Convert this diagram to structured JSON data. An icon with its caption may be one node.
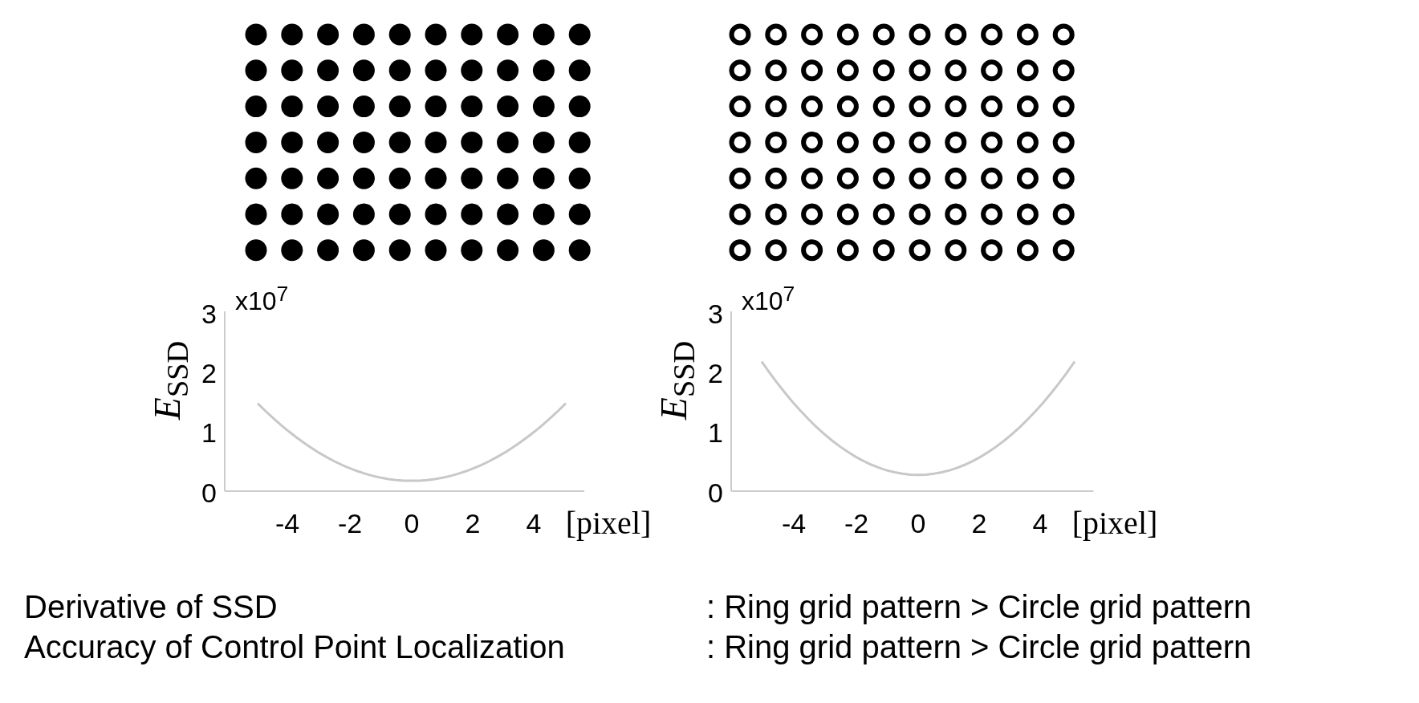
{
  "diagram": {
    "labels": [
      "x10$^{7}$",
      "3",
      "2",
      "1",
      "0",
      "*E*$_{SSD}$",
      "-4",
      "-2",
      "0",
      "2",
      "4",
      "[pixel]",
      "x10$^{7}$",
      "3",
      "2",
      "1",
      "0",
      "*E*$_{SSD}$",
      "-4",
      "-2",
      "0",
      "2",
      "4",
      "[pixel]",
      "Derivative of SSD",
      ": Ring grid pattern > Circle grid pattern",
      "Accuracy of Control Point Localization",
      ": Ring grid pattern > Circle grid pattern"
    ]
  }
}
